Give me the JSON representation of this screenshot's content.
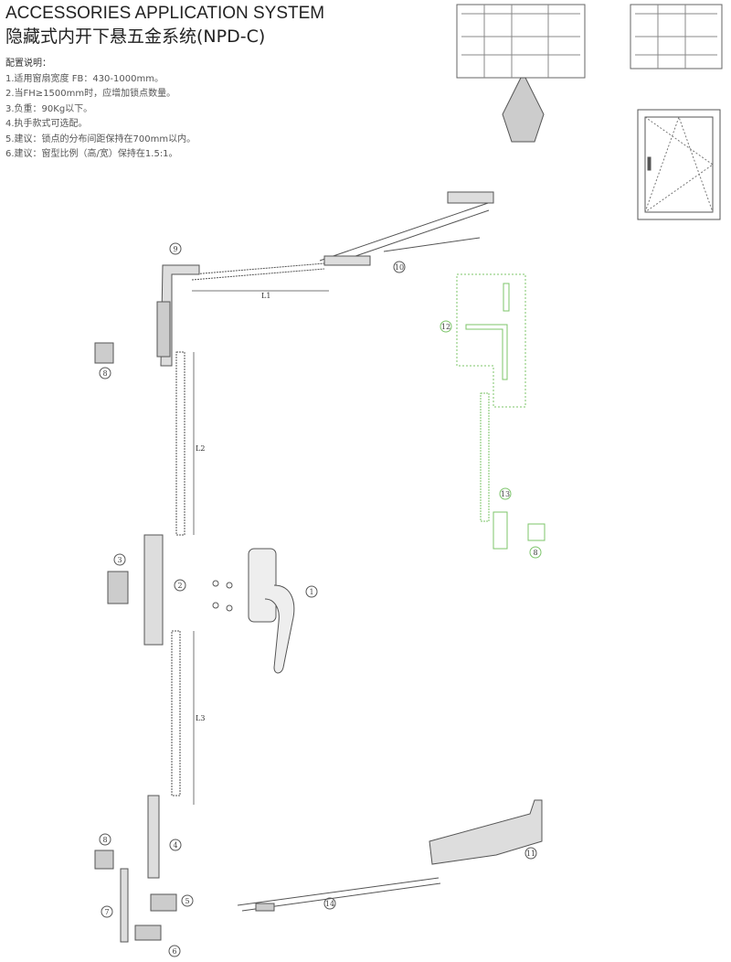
{
  "header": {
    "title_en": "ACCESSORIES APPLICATION SYSTEM",
    "title_cn": "隐藏式内开下悬五金系统(NPD-C)"
  },
  "notes": {
    "heading": "配置说明：",
    "items": [
      "1.适用窗扇宽度 FB：430-1000mm。",
      "2.当FH≥1500mm时，应增加锁点数量。",
      "3.负重：90Kg以下。",
      "4.执手款式可选配。",
      "5.建议：锁点的分布间距保持在700mm以内。",
      "6.建议：窗型比例（高/宽）保持在1.5:1。"
    ]
  },
  "diagram": {
    "dimension_labels": {
      "l1": "L1",
      "l2": "L2",
      "l3": "L3"
    },
    "callouts": {
      "c1": "1",
      "c2": "2",
      "c3": "3",
      "c4": "4",
      "c5": "5",
      "c6": "6",
      "c7": "7",
      "c8a": "8",
      "c8b": "8",
      "c8c": "8",
      "c9": "9",
      "c10": "10",
      "c11": "11",
      "c12": "12",
      "c13": "13",
      "c14": "14"
    },
    "colors": {
      "line": "#555555",
      "optional": "#7cc46a"
    }
  }
}
